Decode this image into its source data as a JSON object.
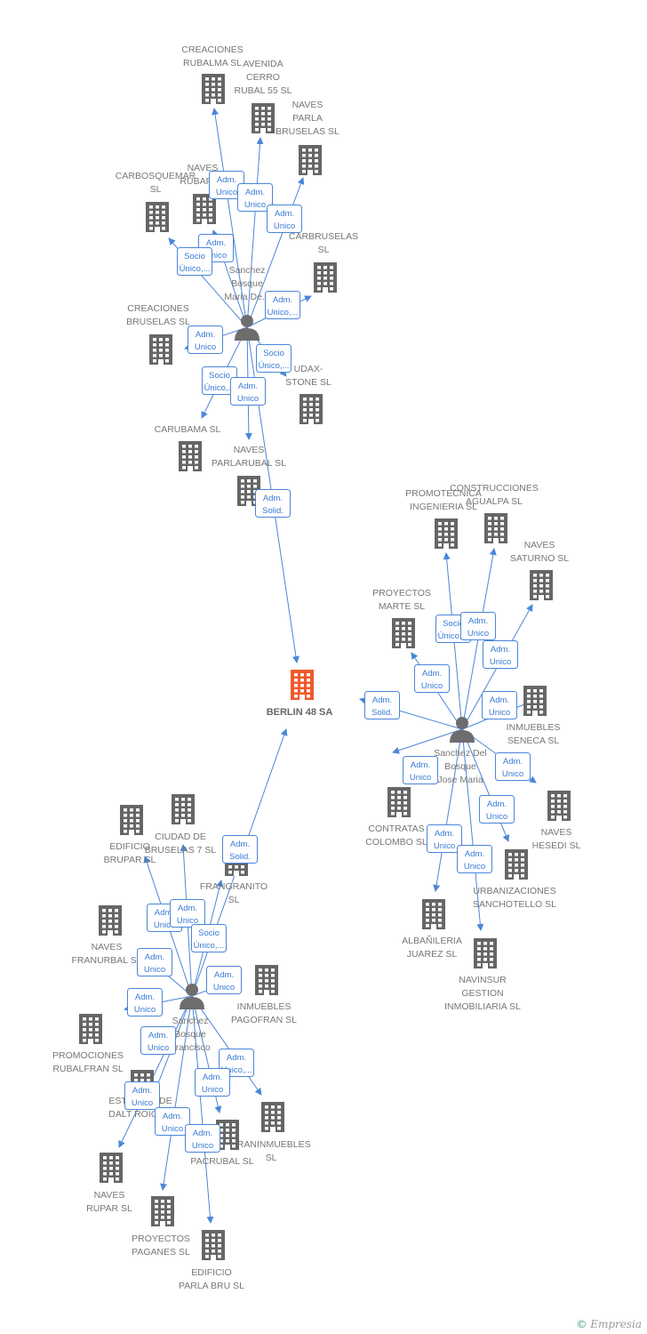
{
  "colors": {
    "edge": "#4a86d8",
    "building": "#666666",
    "main_building": "#ef5a2a",
    "person": "#6d6d6d",
    "badge_text": "#3a7bd5"
  },
  "footer": {
    "copyright": "©",
    "brand": "Empresia"
  },
  "main_company": {
    "label": "BERLIN 48 SA"
  },
  "persons": [
    {
      "id": "p1",
      "label": [
        "Sanchez",
        "Bosque",
        "Maria De..."
      ]
    },
    {
      "id": "p2",
      "label": [
        "Sanchez Del",
        "Bosque",
        "Jose Maria"
      ]
    },
    {
      "id": "p3",
      "label": [
        "Sanchez",
        "Bosque",
        "Francisco"
      ]
    }
  ],
  "companies": [
    {
      "id": "c1",
      "label": [
        "CREACIONES",
        "RUBALMA SL"
      ]
    },
    {
      "id": "c2",
      "label": [
        "AVENIDA",
        "CERRO",
        "RUBAL 55 SL"
      ]
    },
    {
      "id": "c3",
      "label": [
        "NAVES",
        "PARLA",
        "BRUSELAS SL"
      ]
    },
    {
      "id": "c4",
      "label": [
        "NAVES",
        "RUBAPA..."
      ]
    },
    {
      "id": "c5",
      "label": [
        "CARBOSQUEMAR",
        "SL"
      ]
    },
    {
      "id": "c6",
      "label": [
        "CARBRUSELAS",
        "SL"
      ]
    },
    {
      "id": "c7",
      "label": [
        "CREACIONES",
        "BRUSELAS SL"
      ]
    },
    {
      "id": "c8",
      "label": [
        "UDAX-",
        "STONE SL"
      ]
    },
    {
      "id": "c9",
      "label": [
        "CARUBAMA  SL"
      ]
    },
    {
      "id": "c10",
      "label": [
        "NAVES",
        "PARLARUBAL SL"
      ]
    },
    {
      "id": "c11",
      "label": [
        "PROMOTECNICA",
        "INGENIERIA SL"
      ]
    },
    {
      "id": "c12",
      "label": [
        "CONSTRUCCIONES",
        "AGUALPA SL"
      ]
    },
    {
      "id": "c13",
      "label": [
        "NAVES",
        "SATURNO SL"
      ]
    },
    {
      "id": "c14",
      "label": [
        "PROYECTOS",
        "MARTE SL"
      ]
    },
    {
      "id": "c15",
      "label": [
        "INMUEBLES",
        "SENECA SL"
      ]
    },
    {
      "id": "c16",
      "label": [
        "CONTRATAS",
        "COLOMBO SL"
      ]
    },
    {
      "id": "c17",
      "label": [
        "NAVES",
        "HESEDI SL"
      ]
    },
    {
      "id": "c18",
      "label": [
        "URBANIZACIONES",
        "SANCHOTELLO SL"
      ]
    },
    {
      "id": "c19",
      "label": [
        "ALBAÑILERIA",
        "JUAREZ SL"
      ]
    },
    {
      "id": "c20",
      "label": [
        "NAVINSUR",
        "GESTION",
        "INMOBILIARIA SL"
      ]
    },
    {
      "id": "c21",
      "label": [
        "EDIFICIO",
        "BRUPAR SL"
      ]
    },
    {
      "id": "c22",
      "label": [
        "CIUDAD DE",
        "BRUSELAS 7 SL"
      ]
    },
    {
      "id": "c23",
      "label": [
        "FRANGRANITO",
        "SL"
      ]
    },
    {
      "id": "c24",
      "label": [
        "NAVES",
        "FRANURBAL SL"
      ]
    },
    {
      "id": "c25",
      "label": [
        "INMUEBLES",
        "PAGOFRAN SL"
      ]
    },
    {
      "id": "c26",
      "label": [
        "PROMOCIONES",
        "RUBALFRAN SL"
      ]
    },
    {
      "id": "c27",
      "label": [
        "ESTUDIOS DE",
        "DALT ROIG SL"
      ]
    },
    {
      "id": "c28",
      "label": [
        "FRANINMUEBLES",
        "SL"
      ]
    },
    {
      "id": "c29",
      "label": [
        "PACRUBAL  SL"
      ]
    },
    {
      "id": "c30",
      "label": [
        "NAVES",
        "RUPAR SL"
      ]
    },
    {
      "id": "c31",
      "label": [
        "PROYECTOS",
        "PAGANES SL"
      ]
    },
    {
      "id": "c32",
      "label": [
        "EDIFICIO",
        "PARLA BRU SL"
      ]
    }
  ],
  "edges": [
    {
      "from": "p1",
      "to": "main",
      "label": [
        "Adm.",
        "Solid."
      ]
    },
    {
      "from": "p2",
      "to": "main",
      "label": [
        "Adm.",
        "Solid."
      ]
    },
    {
      "from": "p3",
      "to": "main",
      "label": [
        "Adm.",
        "Solid."
      ]
    },
    {
      "from": "p1",
      "to": "c1",
      "label": [
        "Adm.",
        "Unico"
      ]
    },
    {
      "from": "p1",
      "to": "c2",
      "label": [
        "Adm.",
        "Unico"
      ]
    },
    {
      "from": "p1",
      "to": "c3",
      "label": [
        "Adm.",
        "Unico"
      ]
    },
    {
      "from": "p1",
      "to": "c4",
      "label": [
        "Adm.",
        "Unico"
      ]
    },
    {
      "from": "p1",
      "to": "c5",
      "label": [
        "Socio",
        "Único,..."
      ]
    },
    {
      "from": "p1",
      "to": "c6",
      "label": [
        "Adm.",
        "Unico,..."
      ]
    },
    {
      "from": "p1",
      "to": "c7",
      "label": [
        "Adm.",
        "Unico"
      ]
    },
    {
      "from": "p1",
      "to": "c8",
      "label": [
        "Socio",
        "Único,..."
      ]
    },
    {
      "from": "p1",
      "to": "c9",
      "label": [
        "Socio",
        "Único,..."
      ]
    },
    {
      "from": "p1",
      "to": "c10",
      "label": [
        "Adm.",
        "Unico"
      ]
    },
    {
      "from": "p2",
      "to": "c11",
      "label": [
        "Socio",
        "Único,..."
      ]
    },
    {
      "from": "p2",
      "to": "c12",
      "label": [
        "Adm.",
        "Unico"
      ]
    },
    {
      "from": "p2",
      "to": "c13",
      "label": [
        "Adm.",
        "Unico"
      ]
    },
    {
      "from": "p2",
      "to": "c14",
      "label": [
        "Adm.",
        "Unico"
      ]
    },
    {
      "from": "p2",
      "to": "c15",
      "label": [
        "Adm.",
        "Unico"
      ]
    },
    {
      "from": "p2",
      "to": "c16",
      "label": [
        "Adm.",
        "Unico"
      ]
    },
    {
      "from": "p2",
      "to": "c17",
      "label": [
        "Adm.",
        "Unico"
      ]
    },
    {
      "from": "p2",
      "to": "c18",
      "label": [
        "Adm.",
        "Unico"
      ]
    },
    {
      "from": "p2",
      "to": "c19",
      "label": [
        "Adm.",
        "Unico"
      ]
    },
    {
      "from": "p2",
      "to": "c20",
      "label": [
        "Adm.",
        "Unico"
      ]
    },
    {
      "from": "p3",
      "to": "c21",
      "label": [
        "Adm.",
        "Unico"
      ]
    },
    {
      "from": "p3",
      "to": "c22",
      "label": [
        "Adm.",
        "Unico"
      ]
    },
    {
      "from": "p3",
      "to": "c23",
      "label": [
        "Socio",
        "Único,..."
      ]
    },
    {
      "from": "p3",
      "to": "c24",
      "label": [
        "Adm.",
        "Unico"
      ]
    },
    {
      "from": "p3",
      "to": "c25",
      "label": [
        "Adm.",
        "Unico"
      ]
    },
    {
      "from": "p3",
      "to": "c26",
      "label": [
        "Adm.",
        "Unico"
      ]
    },
    {
      "from": "p3",
      "to": "c27",
      "label": [
        "Adm.",
        "Unico"
      ]
    },
    {
      "from": "p3",
      "to": "c28",
      "label": [
        "Adm.",
        "Unico,..."
      ]
    },
    {
      "from": "p3",
      "to": "c29",
      "label": [
        "Adm.",
        "Unico"
      ]
    },
    {
      "from": "p3",
      "to": "c30",
      "label": [
        "Adm.",
        "Unico"
      ]
    },
    {
      "from": "p3",
      "to": "c31",
      "label": [
        "Adm.",
        "Unico"
      ]
    },
    {
      "from": "p3",
      "to": "c32",
      "label": [
        "Adm.",
        "Unico"
      ]
    }
  ]
}
